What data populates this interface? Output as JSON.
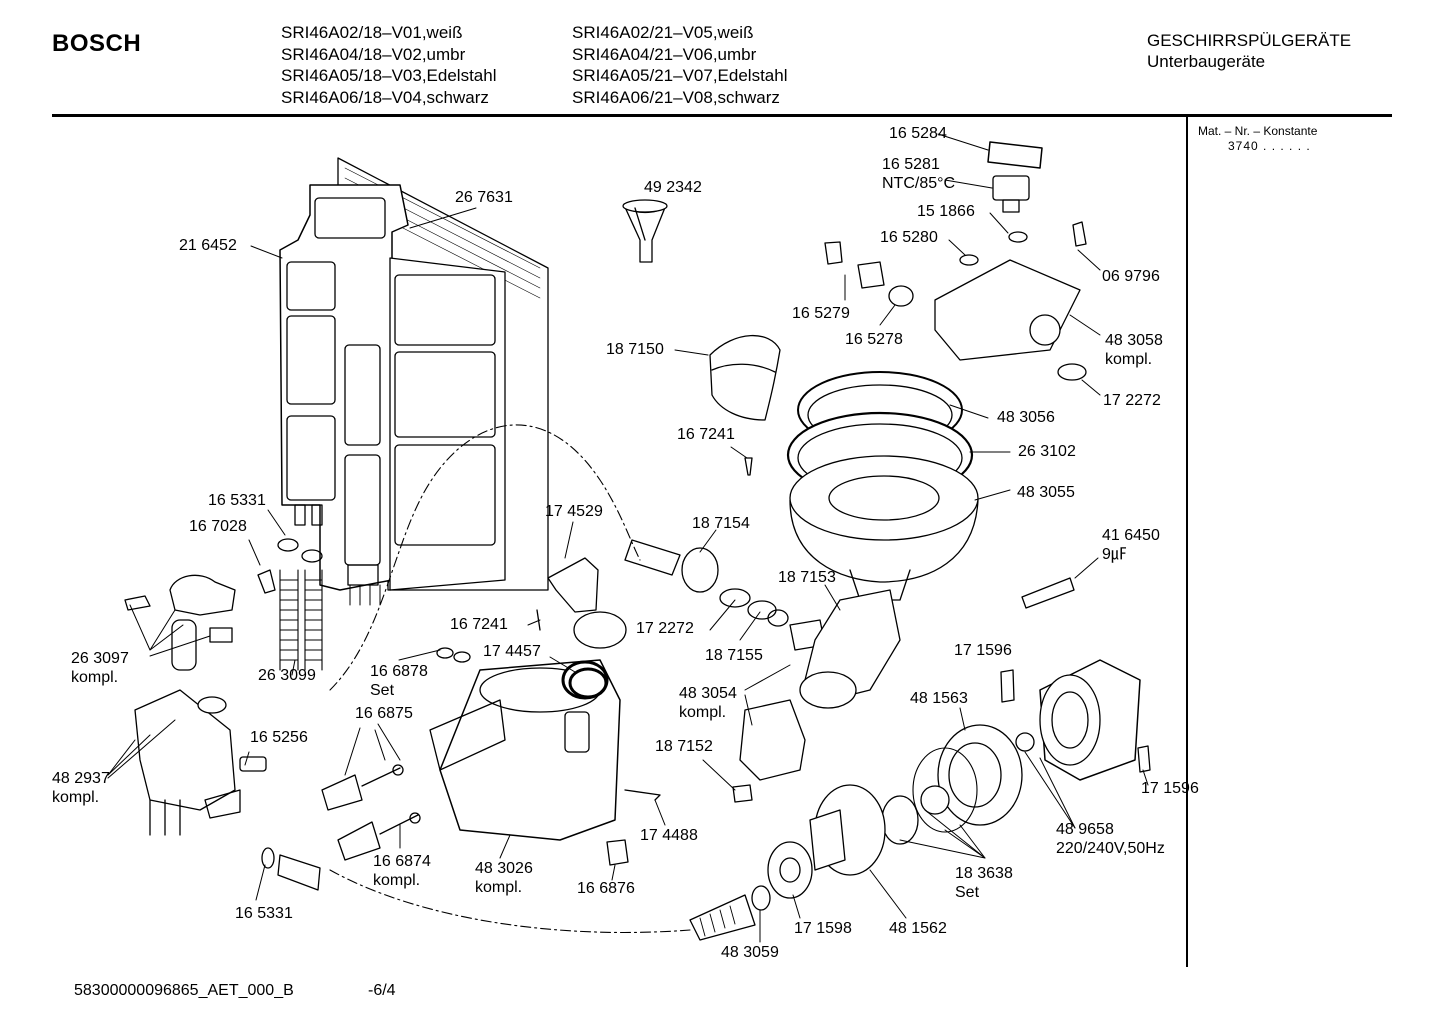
{
  "header": {
    "brand": "BOSCH",
    "models_col1": [
      "SRI46A02/18–V01,weiß",
      "SRI46A04/18–V02,umbr",
      "SRI46A05/18–V03,Edelstahl",
      "SRI46A06/18–V04,schwarz"
    ],
    "models_col2": [
      "SRI46A02/21–V05,weiß",
      "SRI46A04/21–V06,umbr",
      "SRI46A05/21–V07,Edelstahl",
      "SRI46A06/21–V08,schwarz"
    ],
    "category": "GESCHIRRSPÜLGERÄTE",
    "subcategory": "Unterbaugeräte"
  },
  "side_panel": {
    "label": "Mat. – Nr. – Konstante",
    "value": "3740 . . . . . ."
  },
  "parts": [
    {
      "name": "part-165284",
      "lines": [
        "16 5284"
      ]
    },
    {
      "name": "part-165281",
      "lines": [
        "16 5281",
        "NTC/85°C"
      ]
    },
    {
      "name": "part-151866",
      "lines": [
        "15 1866"
      ]
    },
    {
      "name": "part-165280",
      "lines": [
        "16 5280"
      ]
    },
    {
      "name": "part-069796",
      "lines": [
        "06 9796"
      ]
    },
    {
      "name": "part-165279",
      "lines": [
        "16 5279"
      ]
    },
    {
      "name": "part-165278",
      "lines": [
        "16 5278"
      ]
    },
    {
      "name": "part-483058",
      "lines": [
        "48 3058",
        "kompl."
      ]
    },
    {
      "name": "part-172272-a",
      "lines": [
        "17 2272"
      ]
    },
    {
      "name": "part-492342",
      "lines": [
        "49 2342"
      ]
    },
    {
      "name": "part-267631",
      "lines": [
        "26 7631"
      ]
    },
    {
      "name": "part-216452",
      "lines": [
        "21 6452"
      ]
    },
    {
      "name": "part-187150",
      "lines": [
        "18 7150"
      ]
    },
    {
      "name": "part-483056",
      "lines": [
        "48 3056"
      ]
    },
    {
      "name": "part-263102",
      "lines": [
        "26 3102"
      ]
    },
    {
      "name": "part-483055",
      "lines": [
        "48 3055"
      ]
    },
    {
      "name": "part-167241-a",
      "lines": [
        "16 7241"
      ]
    },
    {
      "name": "part-165331-a",
      "lines": [
        "16 5331"
      ]
    },
    {
      "name": "part-167028",
      "lines": [
        "16 7028"
      ]
    },
    {
      "name": "part-174529",
      "lines": [
        "17 4529"
      ]
    },
    {
      "name": "part-187154",
      "lines": [
        "18 7154"
      ]
    },
    {
      "name": "part-416450",
      "lines": [
        "41 6450",
        "9㎌"
      ]
    },
    {
      "name": "part-187153",
      "lines": [
        "18 7153"
      ]
    },
    {
      "name": "part-167241-b",
      "lines": [
        "16 7241"
      ]
    },
    {
      "name": "part-172272-b",
      "lines": [
        "17 2272"
      ]
    },
    {
      "name": "part-187155",
      "lines": [
        "18 7155"
      ]
    },
    {
      "name": "part-263097",
      "lines": [
        "26 3097",
        "kompl."
      ]
    },
    {
      "name": "part-166878",
      "lines": [
        "16 6878",
        "Set"
      ]
    },
    {
      "name": "part-174457",
      "lines": [
        "17 4457"
      ]
    },
    {
      "name": "part-171596-a",
      "lines": [
        "17 1596"
      ]
    },
    {
      "name": "part-263099",
      "lines": [
        "26 3099"
      ]
    },
    {
      "name": "part-166875",
      "lines": [
        "16 6875"
      ]
    },
    {
      "name": "part-483054",
      "lines": [
        "48 3054",
        "kompl."
      ]
    },
    {
      "name": "part-481563",
      "lines": [
        "48 1563"
      ]
    },
    {
      "name": "part-165256",
      "lines": [
        "16 5256"
      ]
    },
    {
      "name": "part-187152",
      "lines": [
        "18 7152"
      ]
    },
    {
      "name": "part-482937",
      "lines": [
        "48 2937",
        "kompl."
      ]
    },
    {
      "name": "part-171596-b",
      "lines": [
        "17 1596"
      ]
    },
    {
      "name": "part-174488",
      "lines": [
        "17 4488"
      ]
    },
    {
      "name": "part-489658",
      "lines": [
        "48 9658",
        "220/240V,50Hz"
      ]
    },
    {
      "name": "part-166874",
      "lines": [
        "16 6874",
        "kompl."
      ]
    },
    {
      "name": "part-483026",
      "lines": [
        "48 3026",
        "kompl."
      ]
    },
    {
      "name": "part-166876",
      "lines": [
        "16 6876"
      ]
    },
    {
      "name": "part-183638",
      "lines": [
        "18 3638",
        "Set"
      ]
    },
    {
      "name": "part-165331-b",
      "lines": [
        "16 5331"
      ]
    },
    {
      "name": "part-171598",
      "lines": [
        "17 1598"
      ]
    },
    {
      "name": "part-481562",
      "lines": [
        "48 1562"
      ]
    },
    {
      "name": "part-483059",
      "lines": [
        "48 3059"
      ]
    }
  ],
  "footer": {
    "doc_id": "58300000096865_AET_000_B",
    "page": "-6/4"
  }
}
